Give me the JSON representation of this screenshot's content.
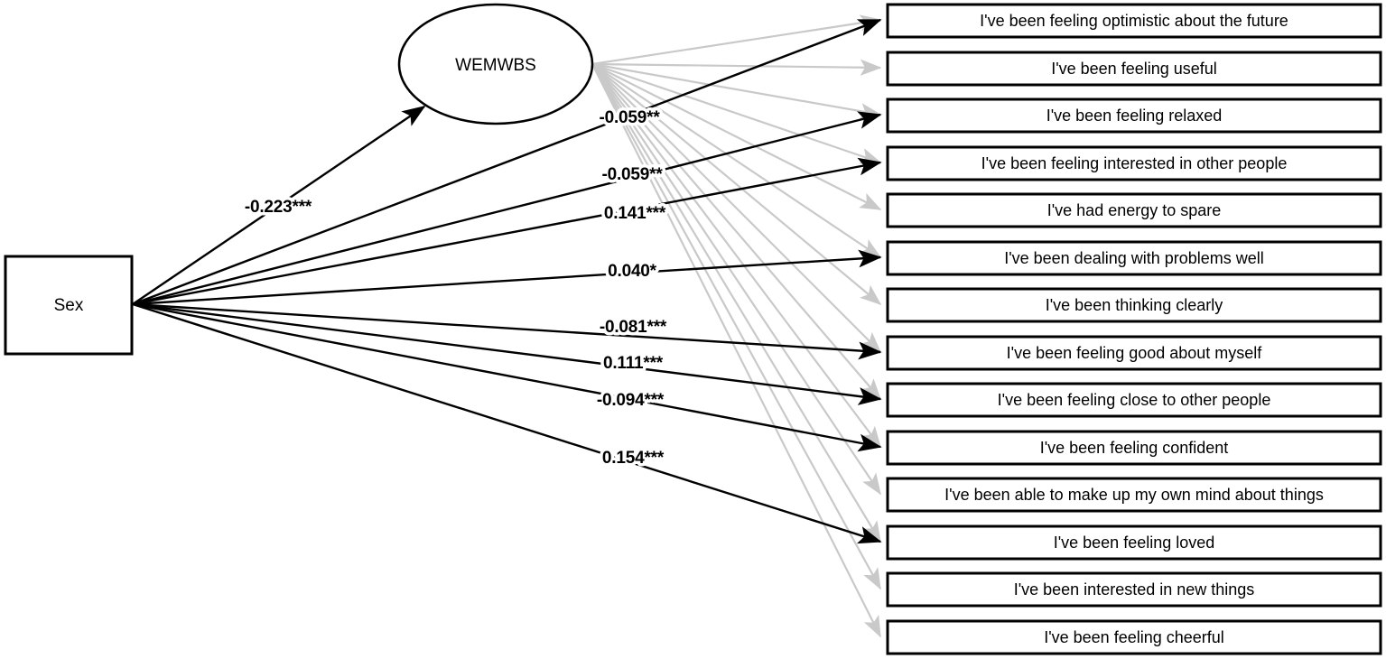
{
  "diagram": {
    "title": "Structural equation model: Sex predicting WEMWBS and its indicator items",
    "type": "path-diagram",
    "colors": {
      "direct_path": "#000000",
      "latent_loading_path": "#c9c9c9",
      "node_fill": "#ffffff",
      "node_stroke": "#000000"
    },
    "nodes": {
      "predictor": {
        "id": "sex",
        "label": "Sex",
        "shape": "rectangle",
        "role": "observed-exogenous"
      },
      "latent": {
        "id": "wemwbs",
        "label": "WEMWBS",
        "shape": "ellipse",
        "role": "latent-variable"
      }
    },
    "indicators": [
      {
        "index": 1,
        "label": "I've been feeling optimistic about the future",
        "has_direct_path": true
      },
      {
        "index": 2,
        "label": "I've been feeling useful",
        "has_direct_path": false
      },
      {
        "index": 3,
        "label": "I've been feeling relaxed",
        "has_direct_path": true
      },
      {
        "index": 4,
        "label": "I've been feeling interested in other people",
        "has_direct_path": true
      },
      {
        "index": 5,
        "label": "I've had energy to spare",
        "has_direct_path": false
      },
      {
        "index": 6,
        "label": "I've been dealing with problems well",
        "has_direct_path": true
      },
      {
        "index": 7,
        "label": "I've been thinking clearly",
        "has_direct_path": false
      },
      {
        "index": 8,
        "label": "I've been feeling good about myself",
        "has_direct_path": true
      },
      {
        "index": 9,
        "label": "I've been feeling close to other people",
        "has_direct_path": true
      },
      {
        "index": 10,
        "label": "I've been feeling confident",
        "has_direct_path": true
      },
      {
        "index": 11,
        "label": "I've been able to make up my own mind about things",
        "has_direct_path": false
      },
      {
        "index": 12,
        "label": "I've been feeling loved",
        "has_direct_path": true
      },
      {
        "index": 13,
        "label": "I've been interested in new things",
        "has_direct_path": false
      },
      {
        "index": 14,
        "label": "I've been feeling cheerful",
        "has_direct_path": false
      }
    ],
    "coefficients": [
      {
        "id": "sex-to-wemwbs",
        "value": "-0.223***",
        "from": "Sex",
        "to": "WEMWBS"
      },
      {
        "id": "sex-to-item-1",
        "value": "-0.059**",
        "from": "Sex",
        "to": "I've been feeling optimistic about the future"
      },
      {
        "id": "sex-to-item-3",
        "value": "-0.059**",
        "from": "Sex",
        "to": "I've been feeling relaxed"
      },
      {
        "id": "sex-to-item-4",
        "value": "0.141***",
        "from": "Sex",
        "to": "I've been feeling interested in other people"
      },
      {
        "id": "sex-to-item-6",
        "value": "0.040*",
        "from": "Sex",
        "to": "I've been dealing with problems well"
      },
      {
        "id": "sex-to-item-8",
        "value": "-0.081***",
        "from": "Sex",
        "to": "I've been feeling good about myself"
      },
      {
        "id": "sex-to-item-9",
        "value": "0.111***",
        "from": "Sex",
        "to": "I've been feeling close to other people"
      },
      {
        "id": "sex-to-item-10",
        "value": "-0.094***",
        "from": "Sex",
        "to": "I've been feeling confident"
      },
      {
        "id": "sex-to-item-12",
        "value": "0.154***",
        "from": "Sex",
        "to": "I've been feeling loved"
      }
    ]
  }
}
